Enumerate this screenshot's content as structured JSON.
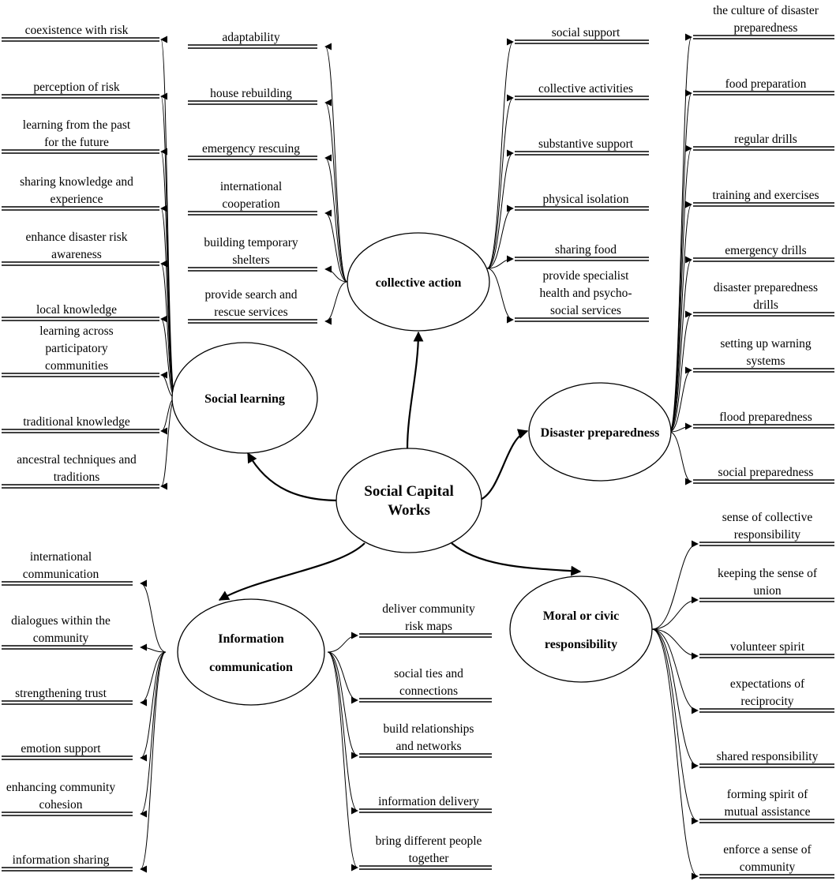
{
  "center": {
    "lines": [
      "Social Capital",
      "Works"
    ]
  },
  "hubs": [
    {
      "id": "social-learning",
      "lines": [
        "Social learning"
      ]
    },
    {
      "id": "collective-action",
      "lines": [
        "collective action"
      ]
    },
    {
      "id": "disaster-preparedness",
      "lines": [
        "Disaster preparedness"
      ]
    },
    {
      "id": "information-communication",
      "lines": [
        "Information",
        "communication"
      ]
    },
    {
      "id": "moral-civic",
      "lines": [
        "Moral or civic",
        "responsibility"
      ]
    }
  ],
  "leaves": {
    "social-learning": [
      [
        "coexistence with risk"
      ],
      [
        "perception of risk"
      ],
      [
        "learning from the past",
        "for the future"
      ],
      [
        "sharing knowledge and",
        "experience"
      ],
      [
        "enhance disaster risk",
        "awareness"
      ],
      [
        "local knowledge"
      ],
      [
        "learning across",
        "participatory",
        "communities"
      ],
      [
        "traditional knowledge"
      ],
      [
        "ancestral techniques and",
        "traditions"
      ]
    ],
    "collective-action-left": [
      [
        "adaptability"
      ],
      [
        "house rebuilding"
      ],
      [
        "emergency rescuing"
      ],
      [
        "international",
        "cooperation"
      ],
      [
        "building temporary",
        "shelters"
      ],
      [
        "provide search and",
        "rescue services"
      ]
    ],
    "collective-action-right": [
      [
        "social support"
      ],
      [
        "collective activities"
      ],
      [
        "substantive support"
      ],
      [
        "physical isolation"
      ],
      [
        "sharing food"
      ],
      [
        "provide specialist",
        "health and psycho-",
        "social services"
      ]
    ],
    "disaster-preparedness": [
      [
        "the culture of disaster",
        "preparedness"
      ],
      [
        "food preparation"
      ],
      [
        "regular drills"
      ],
      [
        "training and exercises"
      ],
      [
        "emergency drills"
      ],
      [
        "disaster preparedness",
        "drills"
      ],
      [
        "setting up warning",
        "systems"
      ],
      [
        "flood preparedness"
      ],
      [
        "social preparedness"
      ]
    ],
    "information-communication-left": [
      [
        "international",
        "communication"
      ],
      [
        "dialogues within the",
        "community"
      ],
      [
        "strengthening trust"
      ],
      [
        "emotion support"
      ],
      [
        "enhancing community",
        "cohesion"
      ],
      [
        "information sharing"
      ]
    ],
    "information-communication-right": [
      [
        "deliver community",
        "risk maps"
      ],
      [
        "social ties and",
        "connections"
      ],
      [
        "build relationships",
        "and networks"
      ],
      [
        "information delivery"
      ],
      [
        "bring different people",
        "together"
      ]
    ],
    "moral-civic": [
      [
        "sense of collective",
        "responsibility"
      ],
      [
        "keeping the sense of",
        "union"
      ],
      [
        "volunteer spirit"
      ],
      [
        "expectations of",
        "reciprocity"
      ],
      [
        "shared responsibility"
      ],
      [
        "forming spirit of",
        "mutual assistance"
      ],
      [
        "enforce a sense of",
        "community"
      ]
    ]
  }
}
